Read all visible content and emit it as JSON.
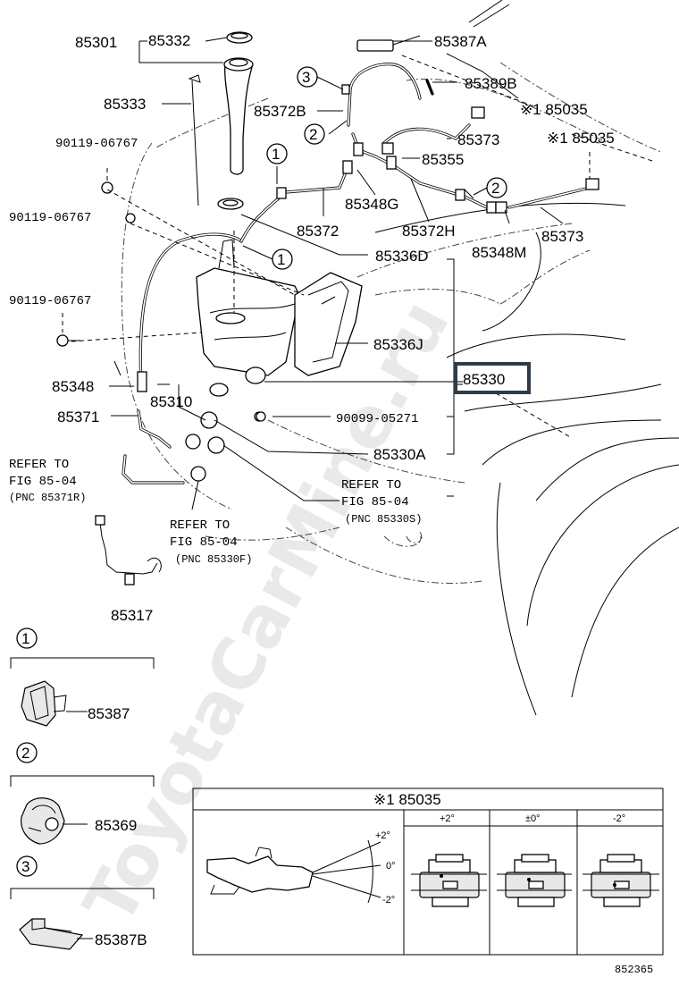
{
  "figure_number": "852365",
  "watermark": "ToyotaCarMine.ru",
  "callouts": {
    "p85301": "85301",
    "p85332": "85332",
    "p85333": "85333",
    "p90119_a": "90119-06767",
    "p90119_b": "90119-06767",
    "p90119_c": "90119-06767",
    "p85348": "85348",
    "p85371": "85371",
    "p85310": "85310",
    "p85387A": "85387A",
    "p85389B": "85389B",
    "p85035_a": "※1 85035",
    "p85035_b": "※1 85035",
    "p85372B": "85372B",
    "p85373_a": "85373",
    "p85355": "85355",
    "p85348G": "85348G",
    "p85372_main": "85372",
    "p85372H": "85372H",
    "p85373_b": "85373",
    "p85348M": "85348M",
    "p85336D": "85336D",
    "p85336J": "85336J",
    "p85330": "85330",
    "p90099": "90099-05271",
    "p85330A": "85330A",
    "p85317": "85317"
  },
  "references": {
    "ref_85371R": {
      "line1": "REFER TO",
      "line2": "FIG 85-04",
      "line3": "(PNC 85371R)"
    },
    "ref_85330F": {
      "line1": "REFER TO",
      "line2": "FIG 85-04",
      "line3": "(PNC 85330F)"
    },
    "ref_85330S": {
      "line1": "REFER TO",
      "line2": "FIG 85-04",
      "line3": "(PNC 85330S)"
    }
  },
  "circle_markers": [
    "1",
    "2",
    "3"
  ],
  "legend": [
    {
      "marker": "1",
      "part": "85387"
    },
    {
      "marker": "2",
      "part": "85369"
    },
    {
      "marker": "3",
      "part": "85387B"
    }
  ],
  "adjust_table": {
    "title": "※1 85035",
    "columns": [
      "+2°",
      "±0°",
      "-2°"
    ],
    "angle_labels": [
      "+2°",
      "0°",
      "-2°"
    ]
  },
  "highlight_color": "#2f3b46"
}
